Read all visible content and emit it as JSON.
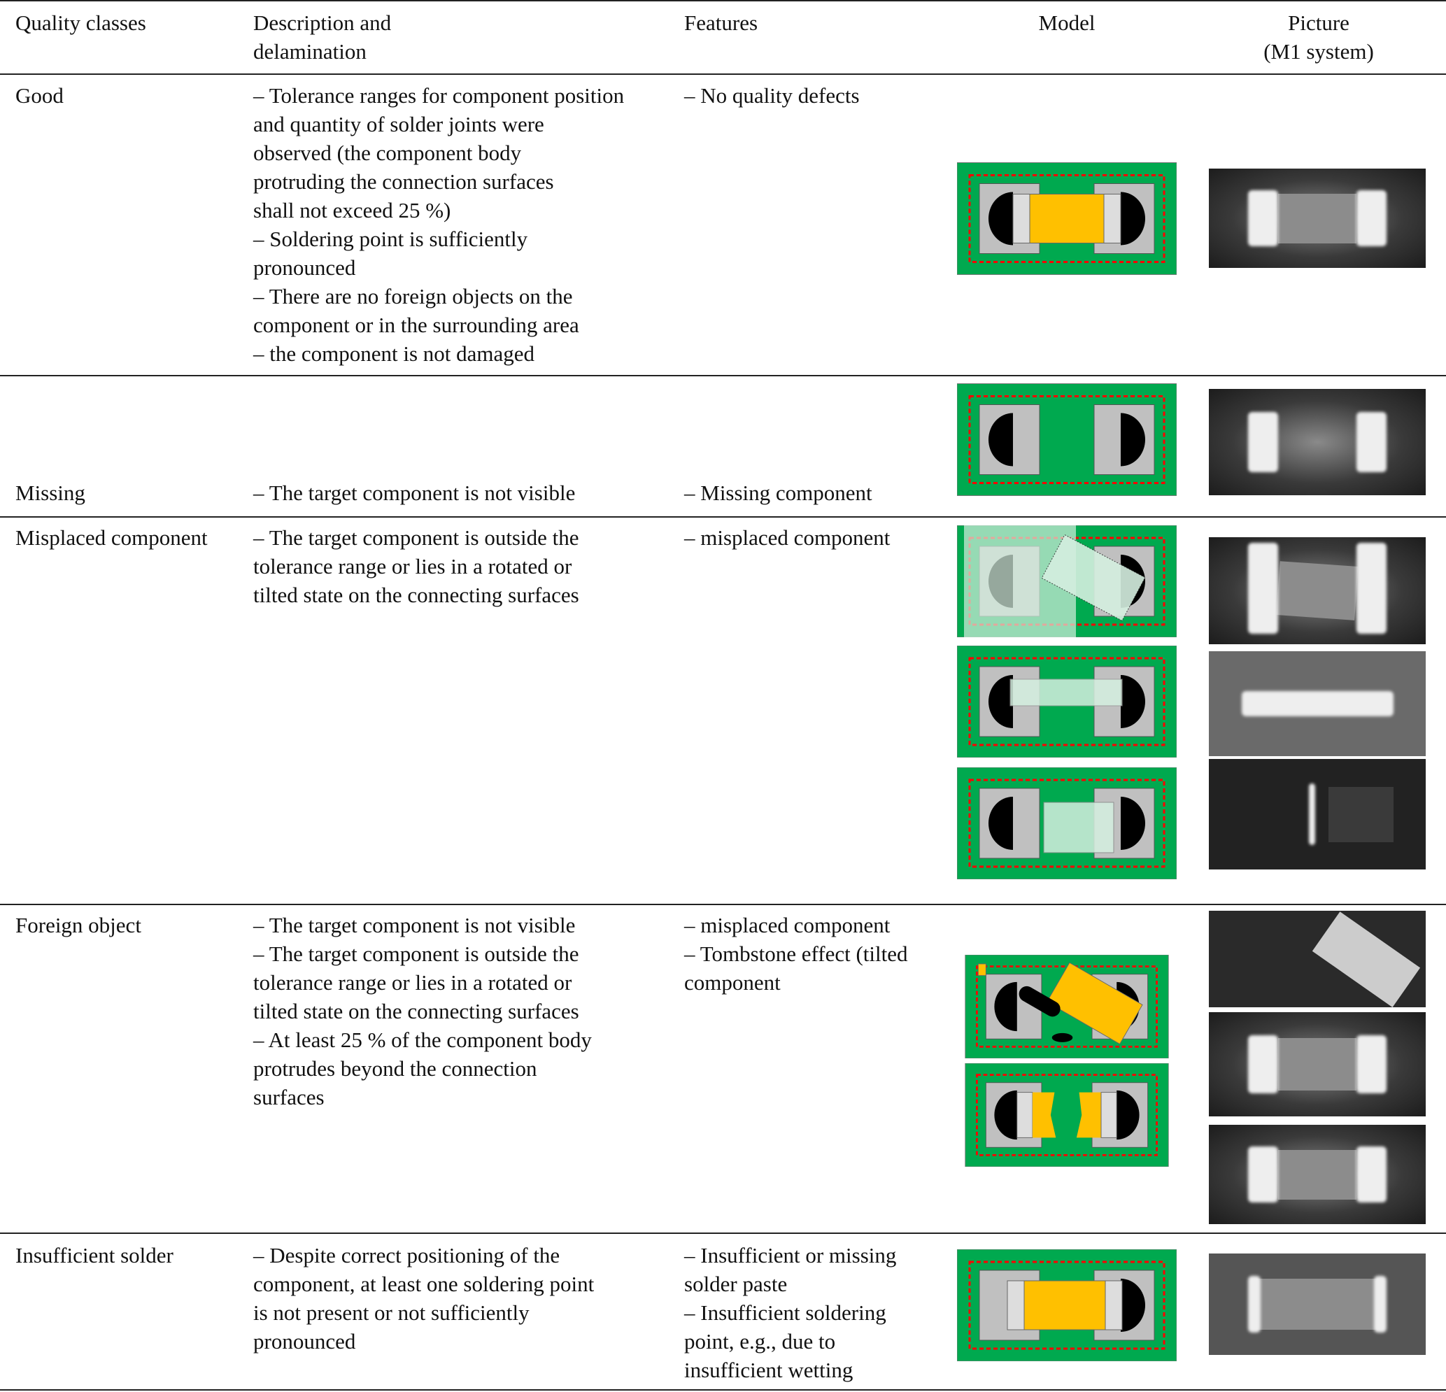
{
  "headers": {
    "quality": "Quality classes",
    "description": "Description and\ndelamination",
    "features": "Features",
    "model": "Model",
    "picture": "Picture\n(M1 system)"
  },
  "rows": [
    {
      "quality": "Good",
      "description": "– Tolerance ranges for component position\nand quantity of solder joints were\nobserved (the component body\nprotruding the connection surfaces\nshall not exceed 25 %)\n– Soldering point is sufficiently\npronounced\n– There are no foreign objects on the\ncomponent or in the surrounding area\n– the component is not damaged",
      "features": "– No quality defects"
    },
    {
      "quality": "Missing",
      "description": "– The target component is not visible",
      "features": "– Missing component"
    },
    {
      "quality": "Misplaced component",
      "description": "– The target component is outside the\ntolerance range or lies in a rotated or\ntilted state on the connecting surfaces",
      "features": "– misplaced component"
    },
    {
      "quality": "Foreign object",
      "description": "– The target component is not visible\n– The target component is outside the\ntolerance range or lies in a rotated or\ntilted state on the connecting surfaces\n– At least 25 % of the component body\nprotrudes beyond the connection\nsurfaces",
      "features": "– misplaced component\n– Tombstone effect (tilted\ncomponent"
    },
    {
      "quality": "Insufficient solder",
      "description": "– Despite correct positioning of the\ncomponent, at least one soldering point\nis not present or not sufficiently\npronounced",
      "features": "– Insufficient or missing\nsolder paste\n– Insufficient soldering\npoint, e.g., due to\ninsufficient wetting"
    }
  ],
  "colors": {
    "pcb": "#00a94f",
    "pad": "#c0c0c0",
    "body": "#ffc000",
    "ghost": "#d5efe0",
    "tolerance": "#ff0000"
  }
}
